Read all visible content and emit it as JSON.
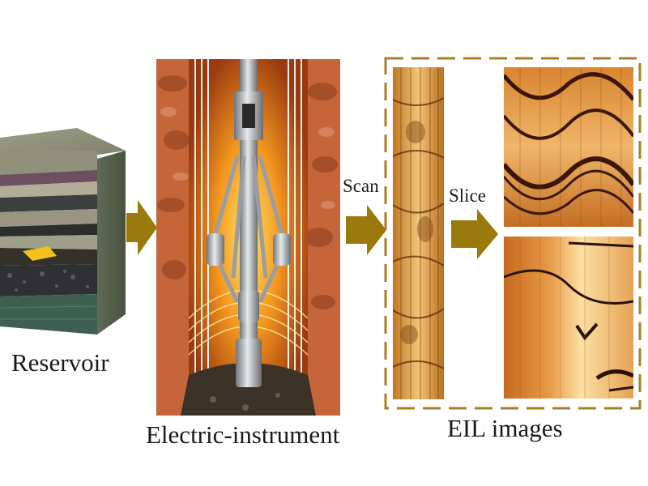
{
  "labels": {
    "reservoir": "Reservoir",
    "instrument": "Electric-instrument",
    "eil": "EIL images",
    "scan": "Scan",
    "slice": "Slice"
  },
  "colors": {
    "arrow": "#9a7a0c",
    "dashed_frame": "#a6812a",
    "rock": "#c66a3a",
    "eil_dark": "#3a1606",
    "eil_light": "#f5c979"
  },
  "icons": [
    "reservoir-block",
    "downhole-tool",
    "borehole-image-strip",
    "sliced-image"
  ]
}
